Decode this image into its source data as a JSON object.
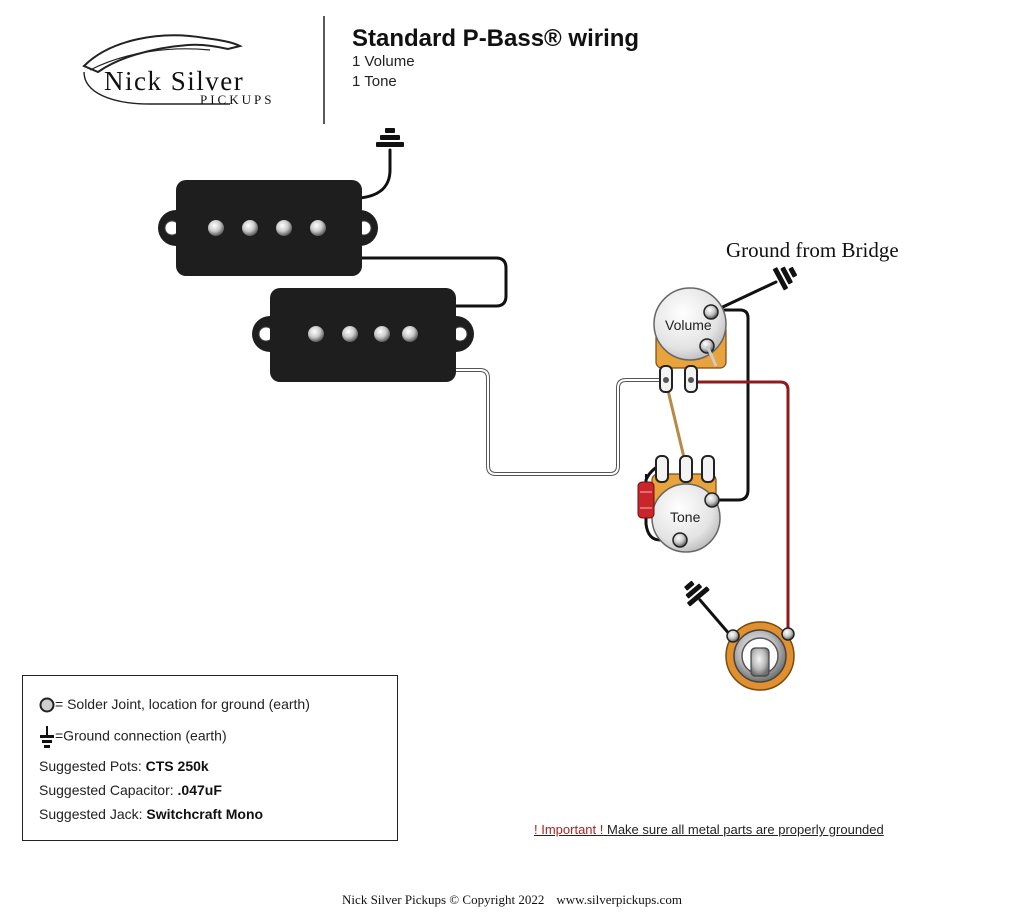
{
  "header": {
    "logo_text": "Nick Silver",
    "logo_subtext": "PICKUPS",
    "title": "Standard P-Bass® wiring",
    "subtitle_lines": [
      "1 Volume",
      "1 Tone"
    ]
  },
  "diagram": {
    "ground_label": "Ground from Bridge",
    "volume_label": "Volume",
    "tone_label": "Tone"
  },
  "legend": {
    "solder": "= Solder Joint, location for ground (earth)",
    "ground": "=Ground connection (earth)",
    "pots_label": "Suggested Pots: ",
    "pots_value": "CTS 250k",
    "cap_label": "Suggested Capacitor: ",
    "cap_value": ".047uF",
    "jack_label": "Suggested Jack: ",
    "jack_value": "Switchcraft Mono"
  },
  "note": {
    "important": "! Important !",
    "text": " Make sure all metal parts are properly grounded"
  },
  "footer": {
    "copyright": "Nick Silver Pickups © Copyright 2022",
    "url": "www.silverpickups.com"
  },
  "colors": {
    "pickup": "#1e1e1e",
    "pot_body": "#e8a33c",
    "wire_red": "#8e1b1b",
    "cap": "#c8262a",
    "jack_ring": "#e0902f"
  }
}
